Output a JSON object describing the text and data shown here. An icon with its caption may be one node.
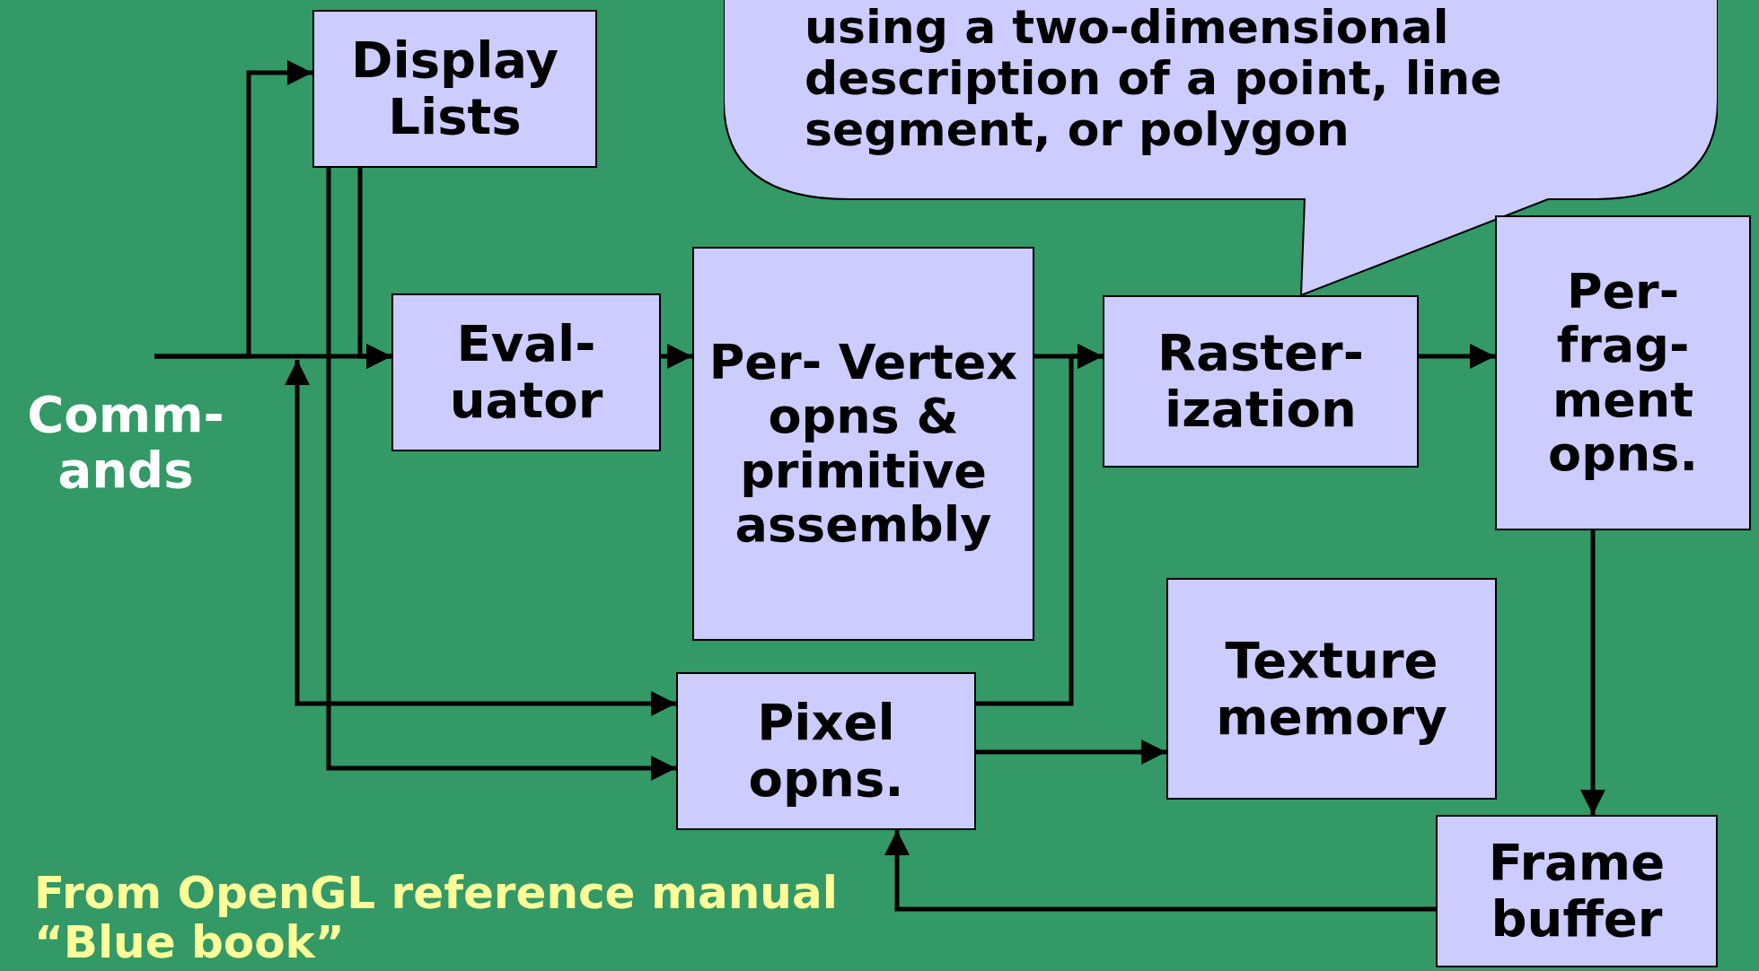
{
  "diagram": {
    "nodes": [
      {
        "text": [
          "using a two-dimensional description of a point, line segment, or polygon"
        ]
      },
      {
        "text": [
          "Display Lists"
        ]
      },
      {
        "text": [
          "Comm- ands"
        ]
      },
      {
        "text": [
          "Eval- uator"
        ]
      },
      {
        "text": [
          "Per- Vertex opns & primitive assembly"
        ]
      },
      {
        "text": [
          "Raster- ization"
        ]
      },
      {
        "text": [
          "Per- frag- ment opns."
        ]
      },
      {
        "text": [
          "Texture memory"
        ]
      },
      {
        "text": [
          "Pixel opns."
        ]
      },
      {
        "text": [
          "Frame buffer"
        ]
      }
    ],
    "edges": [
      {
        "from": 2,
        "to": 3,
        "arrow": "to"
      },
      {
        "from": 2,
        "to": 1,
        "arrow": "to"
      },
      {
        "from": 2,
        "to": 8,
        "arrow": "both"
      },
      {
        "from": 1,
        "to": 3,
        "arrow": "to"
      },
      {
        "from": 1,
        "to": 8,
        "arrow": "to"
      },
      {
        "from": 3,
        "to": 4,
        "arrow": "to"
      },
      {
        "from": 4,
        "to": 5,
        "arrow": "to"
      },
      {
        "from": 8,
        "to": 5,
        "arrow": "to"
      },
      {
        "from": 5,
        "to": 6,
        "arrow": "to"
      },
      {
        "from": 8,
        "to": 7,
        "arrow": "to"
      },
      {
        "from": 6,
        "to": 9,
        "arrow": "to"
      },
      {
        "from": 9,
        "to": 8,
        "arrow": "to"
      }
    ],
    "labels": [
      "From OpenGL reference manual “Blue book”"
    ]
  }
}
